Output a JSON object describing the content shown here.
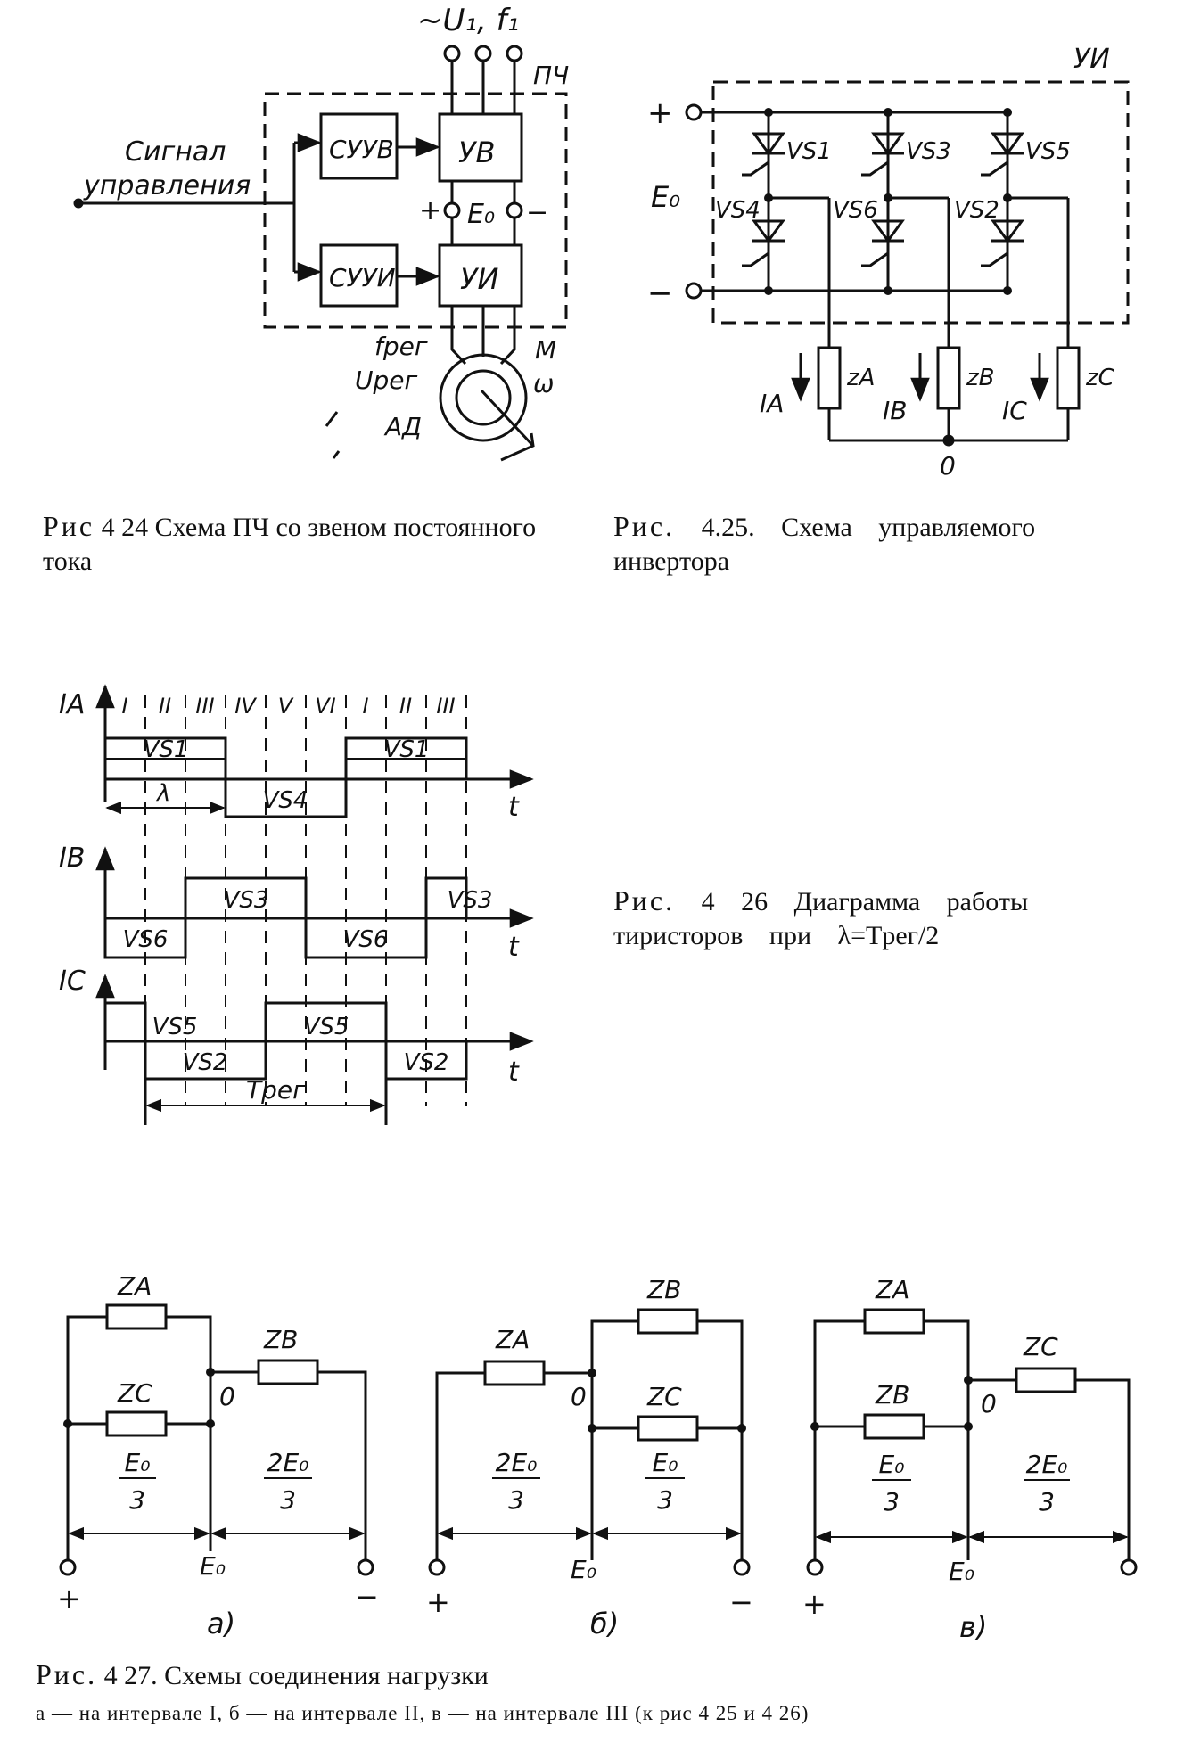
{
  "fig424": {
    "input_signal": [
      "Сигнал",
      "управления"
    ],
    "supply": "~U₁, f₁",
    "converter": "ПЧ",
    "block_suuv": "СУУВ",
    "block_uv": "УВ",
    "block_suui": "СУУИ",
    "block_ui": "УИ",
    "plus": "+",
    "minus": "−",
    "dc_voltage": "E₀",
    "f_reg": "fрег",
    "u_reg": "Uрег",
    "motor": "АД",
    "torque": "M",
    "speed": "ω",
    "caption_lead": "Рис",
    "caption_text": " 4 24  Схема ПЧ со звеном постоянного тока"
  },
  "fig425": {
    "title": "УИ",
    "plus": "+",
    "minus": "−",
    "dc_voltage": "E₀",
    "thyristors": [
      "VS1",
      "VS3",
      "VS5",
      "VS4",
      "VS6",
      "VS2"
    ],
    "load_labels": [
      "zA",
      "zB",
      "zC"
    ],
    "current_labels": [
      "IA",
      "IB",
      "IC"
    ],
    "neutral": "0",
    "caption_lead": "Рис.",
    "caption_text": " 4.25.  Схема управляемого инвертора"
  },
  "fig426": {
    "intervals": [
      "I",
      "II",
      "III",
      "IV",
      "V",
      "VI",
      "I",
      "II",
      "III"
    ],
    "axis_labels": [
      "IA",
      "IB",
      "IC"
    ],
    "time_label": "t",
    "phase_a": [
      "VS1",
      "VS4",
      "VS1"
    ],
    "phase_b": [
      "VS6",
      "VS3",
      "VS6",
      "VS3"
    ],
    "phase_c": [
      "VS5",
      "VS2",
      "VS5",
      "VS2"
    ],
    "lambda": "λ",
    "period": "Tрег",
    "caption_lead": "Рис.",
    "caption_text": " 4 26  Диаграмма работы тиристоров при λ=Tрег/2"
  },
  "fig427": {
    "a": {
      "top": "ZA",
      "mid": "ZC",
      "right": "ZB",
      "left_frac_num": "E₀",
      "left_frac_den": "3",
      "right_frac_num": "2E₀",
      "right_frac_den": "3",
      "label": "а)"
    },
    "b": {
      "top": "ZB",
      "mid": "ZC",
      "left": "ZA",
      "left_frac_num": "2E₀",
      "left_frac_den": "3",
      "right_frac_num": "E₀",
      "right_frac_den": "3",
      "label": "б)"
    },
    "c": {
      "top": "ZA",
      "mid": "ZB",
      "right": "ZC",
      "left_frac_num": "E₀",
      "left_frac_den": "3",
      "right_frac_num": "2E₀",
      "right_frac_den": "3",
      "label": "в)"
    },
    "node": "0",
    "supply": "E₀",
    "plus": "+",
    "minus": "−",
    "caption_lead": "Рис.",
    "caption_text": " 4 27. Схемы соединения нагрузки",
    "subcaption": "а — на интервале I, б — на интервале II, в — на интервале III (к рис 4 25 и 4 26)"
  }
}
